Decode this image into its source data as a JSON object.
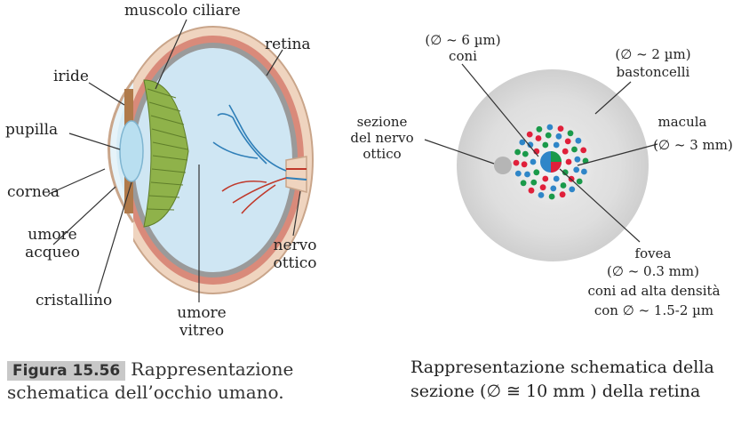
{
  "eye": {
    "labels": {
      "muscolo_ciliare": "muscolo ciliare",
      "retina": "retina",
      "iride": "iride",
      "pupilla": "pupilla",
      "cornea": "cornea",
      "umore_acqueo": "umore\nacqueo",
      "cristallino": "cristallino",
      "umore_vitreo": "umore\nvitreo",
      "nervo_ottico": "nervo\nottico"
    },
    "caption": {
      "tag": "Figura 15.56",
      "text": "Rappresentazione schematica dell’occhio umano."
    },
    "colors": {
      "vitreous": "#cfe6f3",
      "sclera": "#efd4bf",
      "choroid": "#d98a7a",
      "ciliary": "#8fb24a",
      "lens": "#b9dff0",
      "vessels": "#2f7fb8",
      "vessels_red": "#c0392b"
    }
  },
  "retina_section": {
    "labels": {
      "coni_size": "(∅ ~ 6 µm)",
      "coni": "coni",
      "bastoncelli_size": "(∅ ~ 2 µm)",
      "bastoncelli": "bastoncelli",
      "sezione_nervo": "sezione\ndel nervo\nottico",
      "macula": "macula",
      "macula_size": "(∅ ~ 3 mm)",
      "fovea": "fovea",
      "fovea_size": "(∅ ~ 0.3 mm)",
      "fovea_desc1": "coni ad alta densità",
      "fovea_desc2": "con ∅ ~ 1.5-2 µm"
    },
    "caption": "Rappresentazione schematica della sezione (∅ ≅ 10 mm ) della retina",
    "colors": {
      "retina_disc": "#dcdcdc",
      "optic_nerve": "#b5b5b5",
      "cone_red": "#e0203a",
      "cone_green": "#1a9a4a",
      "cone_blue": "#2f86c8"
    }
  }
}
